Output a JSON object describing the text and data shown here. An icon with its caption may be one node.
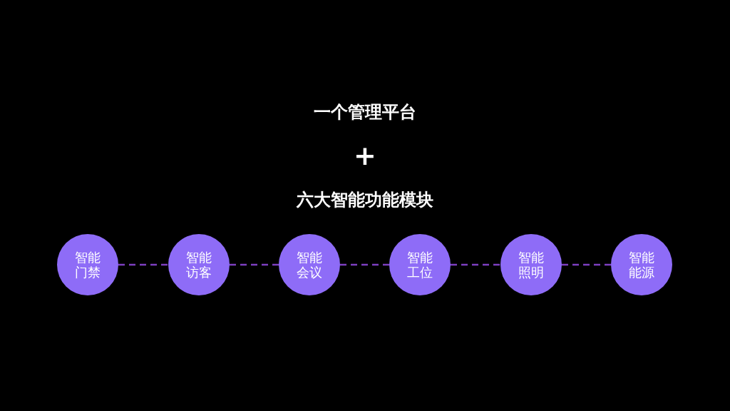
{
  "diagram": {
    "nodes": [
      {
        "text": [
          "智能门禁"
        ]
      },
      {
        "text": [
          "智能访客"
        ]
      },
      {
        "text": [
          "智能会议"
        ]
      },
      {
        "text": [
          "智能工位"
        ]
      },
      {
        "text": [
          "智能照明"
        ]
      },
      {
        "text": [
          "智能能源"
        ]
      }
    ],
    "edges": [
      {
        "from": 0,
        "to": 1,
        "arrow": "none",
        "style": "dashed"
      },
      {
        "from": 1,
        "to": 2,
        "arrow": "none",
        "style": "dashed"
      },
      {
        "from": 2,
        "to": 3,
        "arrow": "none",
        "style": "dashed"
      },
      {
        "from": 3,
        "to": 4,
        "arrow": "none",
        "style": "dashed"
      },
      {
        "from": 4,
        "to": 5,
        "arrow": "none",
        "style": "dashed"
      }
    ],
    "labels": [
      "一个管理平台",
      "+",
      "六大智能功能模块"
    ]
  }
}
